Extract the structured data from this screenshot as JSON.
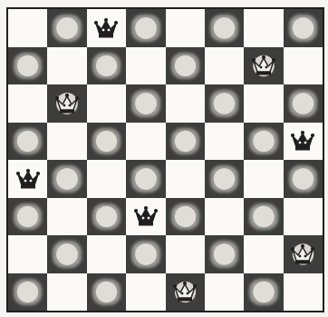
{
  "board": {
    "size": 8,
    "queens": [
      {
        "row": 0,
        "col": 2
      },
      {
        "row": 1,
        "col": 6
      },
      {
        "row": 2,
        "col": 1
      },
      {
        "row": 3,
        "col": 7
      },
      {
        "row": 4,
        "col": 0
      },
      {
        "row": 5,
        "col": 3
      },
      {
        "row": 6,
        "col": 7
      },
      {
        "row": 7,
        "col": 4
      }
    ],
    "dark_square_color": "#3d3d3b",
    "light_square_color": "#fbfaf6",
    "piece_icon": "queen-icon"
  }
}
